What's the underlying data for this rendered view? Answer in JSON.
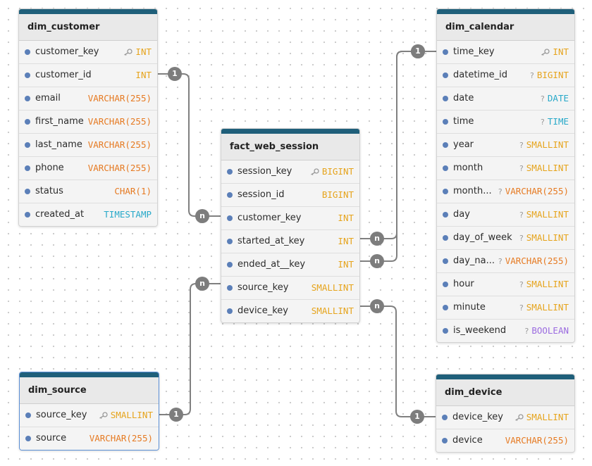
{
  "type_colors": {
    "INT": "#e6a41c",
    "BIGINT": "#e6a41c",
    "SMALLINT": "#e6a41c",
    "VARCHAR(255)": "#e67a22",
    "CHAR(1)": "#e67a22",
    "TIMESTAMP": "#28a9c9",
    "DATE": "#28a9c9",
    "TIME": "#28a9c9",
    "BOOLEAN": "#9b6be0"
  },
  "edge_color": "#808080",
  "icons": {
    "key": "key-icon",
    "nullable": "question-mark-icon",
    "column": "column-dot-icon"
  },
  "tables": [
    {
      "name": "dim_customer",
      "columns": [
        {
          "name": "customer_key",
          "type": "INT",
          "mark": "key"
        },
        {
          "name": "customer_id",
          "type": "INT",
          "mark": ""
        },
        {
          "name": "email",
          "type": "VARCHAR(255)",
          "mark": ""
        },
        {
          "name": "first_name",
          "type": "VARCHAR(255)",
          "mark": ""
        },
        {
          "name": "last_name",
          "type": "VARCHAR(255)",
          "mark": ""
        },
        {
          "name": "phone",
          "type": "VARCHAR(255)",
          "mark": ""
        },
        {
          "name": "status",
          "type": "CHAR(1)",
          "mark": ""
        },
        {
          "name": "created_at",
          "type": "TIMESTAMP",
          "mark": ""
        }
      ]
    },
    {
      "name": "fact_web_session",
      "columns": [
        {
          "name": "session_key",
          "type": "BIGINT",
          "mark": "key"
        },
        {
          "name": "session_id",
          "type": "BIGINT",
          "mark": ""
        },
        {
          "name": "customer_key",
          "type": "INT",
          "mark": ""
        },
        {
          "name": "started_at_key",
          "type": "INT",
          "mark": ""
        },
        {
          "name": "ended_at__key",
          "type": "INT",
          "mark": ""
        },
        {
          "name": "source_key",
          "type": "SMALLINT",
          "mark": ""
        },
        {
          "name": "device_key",
          "type": "SMALLINT",
          "mark": ""
        }
      ]
    },
    {
      "name": "dim_calendar",
      "columns": [
        {
          "name": "time_key",
          "type": "INT",
          "mark": "key"
        },
        {
          "name": "datetime_id",
          "type": "BIGINT",
          "mark": "nullable"
        },
        {
          "name": "date",
          "type": "DATE",
          "mark": "nullable"
        },
        {
          "name": "time",
          "type": "TIME",
          "mark": "nullable"
        },
        {
          "name": "year",
          "type": "SMALLINT",
          "mark": "nullable"
        },
        {
          "name": "month",
          "type": "SMALLINT",
          "mark": "nullable"
        },
        {
          "name": "month...",
          "type": "VARCHAR(255)",
          "mark": "nullable"
        },
        {
          "name": "day",
          "type": "SMALLINT",
          "mark": "nullable"
        },
        {
          "name": "day_of_week",
          "type": "SMALLINT",
          "mark": "nullable"
        },
        {
          "name": "day_na...",
          "type": "VARCHAR(255)",
          "mark": "nullable"
        },
        {
          "name": "hour",
          "type": "SMALLINT",
          "mark": "nullable"
        },
        {
          "name": "minute",
          "type": "SMALLINT",
          "mark": "nullable"
        },
        {
          "name": "is_weekend",
          "type": "BOOLEAN",
          "mark": "nullable"
        }
      ]
    },
    {
      "name": "dim_source",
      "columns": [
        {
          "name": "source_key",
          "type": "SMALLINT",
          "mark": "key"
        },
        {
          "name": "source",
          "type": "VARCHAR(255)",
          "mark": ""
        }
      ]
    },
    {
      "name": "dim_device",
      "columns": [
        {
          "name": "device_key",
          "type": "SMALLINT",
          "mark": "key"
        },
        {
          "name": "device",
          "type": "VARCHAR(255)",
          "mark": ""
        }
      ]
    }
  ],
  "relationships": [
    {
      "from_table": "dim_customer",
      "from_column": "customer_id",
      "from_card": "1",
      "to_table": "fact_web_session",
      "to_column": "customer_key",
      "to_card": "n"
    },
    {
      "from_table": "dim_calendar",
      "from_column": "time_key",
      "from_card": "1",
      "to_table": "fact_web_session",
      "to_column": "started_at_key",
      "to_card": "n"
    },
    {
      "from_table": "dim_calendar",
      "from_column": "time_key",
      "from_card": "1",
      "to_table": "fact_web_session",
      "to_column": "ended_at__key",
      "to_card": "n"
    },
    {
      "from_table": "dim_source",
      "from_column": "source_key",
      "from_card": "1",
      "to_table": "fact_web_session",
      "to_column": "source_key",
      "to_card": "n"
    },
    {
      "from_table": "dim_device",
      "from_column": "device_key",
      "from_card": "1",
      "to_table": "fact_web_session",
      "to_column": "device_key",
      "to_card": "n"
    }
  ]
}
